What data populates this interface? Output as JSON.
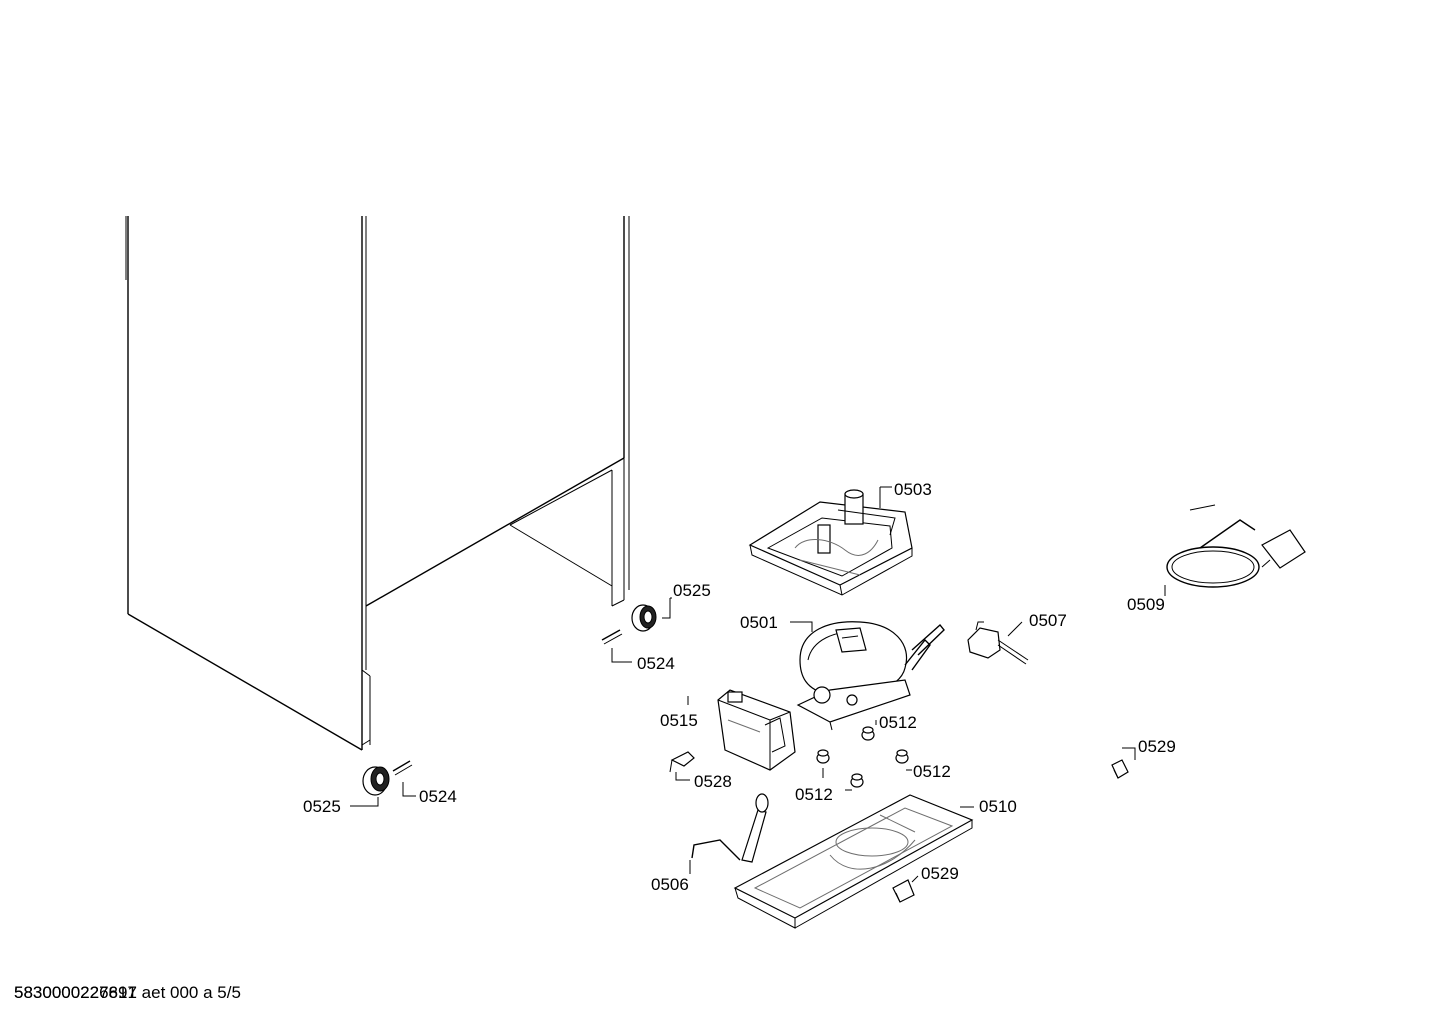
{
  "diagram": {
    "labels": {
      "l0503": "0503",
      "l0525a": "0525",
      "l0501": "0501",
      "l0507": "0507",
      "l0509": "0509",
      "l0524a": "0524",
      "l0515": "0515",
      "l0512a": "0512",
      "l0529a": "0529",
      "l0528": "0528",
      "l0512b": "0512",
      "l0512c": "0512",
      "l0510": "0510",
      "l0525b": "0525",
      "l0524b": "0524",
      "l0506": "0506",
      "l0529b": "0529"
    },
    "footer": {
      "code_a": "5830000227691",
      "code_b": "5830000226817",
      "suffix": "aet 000 a 5/5"
    }
  }
}
